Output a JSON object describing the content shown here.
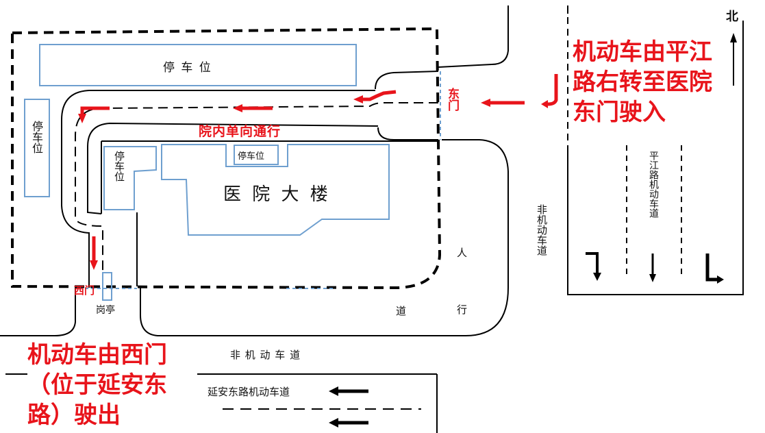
{
  "labels": {
    "parking_top": "停 车 位",
    "parking_left": "停车位",
    "parking_inner": "停车位",
    "parking_building": "停车位",
    "building": "医 院 大 楼",
    "one_way": "院内单向通行",
    "east_gate": "东门",
    "west_gate": "西门",
    "guard_booth": "岗亭",
    "sidewalk_1": "人",
    "sidewalk_2": "道",
    "sidewalk_3": "行",
    "non_motor_right": "非机动车道",
    "non_motor_bottom": "非 机 动 车 道",
    "pingjiang_lane": "平江路机动车道",
    "yanan_lane": "延安东路机动车道",
    "north": "北"
  },
  "notes": {
    "entry": "机动车由平江路右转至医院东门驶入",
    "exit": "机动车由西门（位于延安东路）驶出"
  },
  "colors": {
    "accent_red": "#e8141b",
    "box_blue": "#6e9fcf",
    "line": "#000000"
  }
}
